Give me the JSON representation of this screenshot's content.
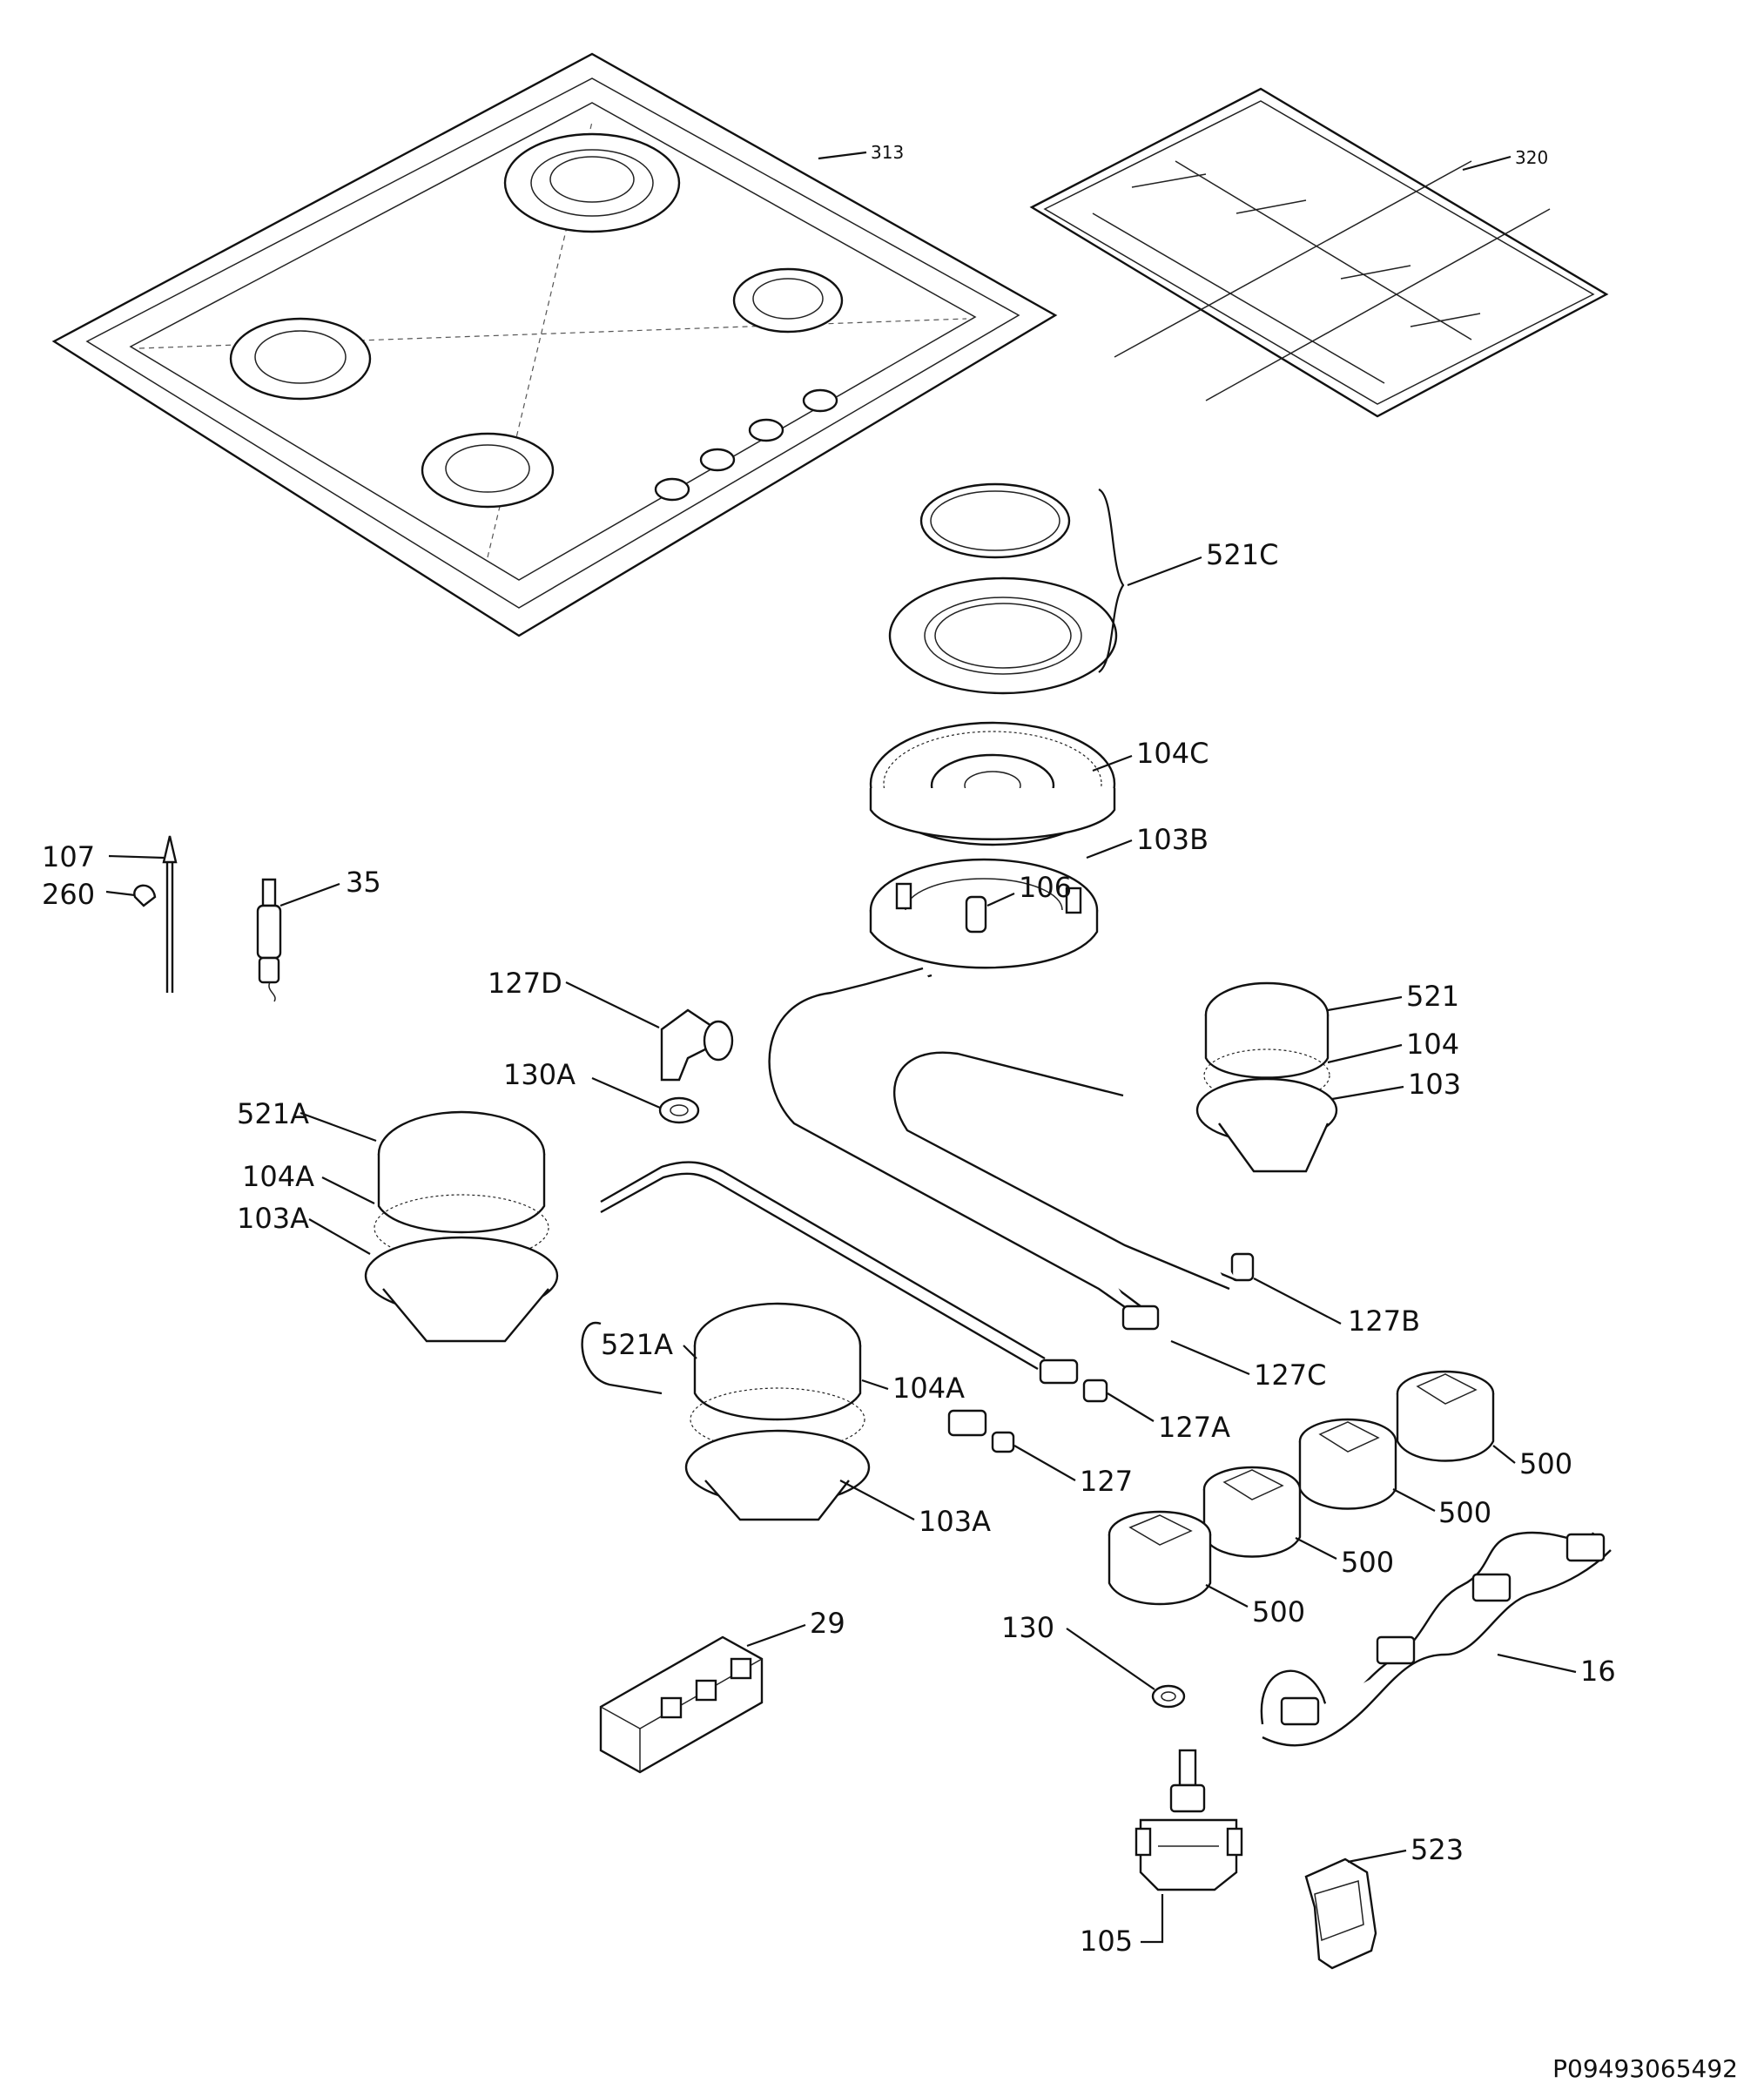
{
  "labels": {
    "p313": "313",
    "p320": "320",
    "p521c": "521C",
    "p104c": "104C",
    "p103b": "103B",
    "p106": "106",
    "p107": "107",
    "p260": "260",
    "p35": "35",
    "p127d": "127D",
    "p130a": "130A",
    "p521": "521",
    "p104": "104",
    "p103": "103",
    "p521a_left": "521A",
    "p104a_left": "104A",
    "p103a_left": "103A",
    "p521a_center": "521A",
    "p104a_center": "104A",
    "p103a_center": "103A",
    "p127b": "127B",
    "p127c": "127C",
    "p127a": "127A",
    "p127": "127",
    "p500_1": "500",
    "p500_2": "500",
    "p500_3": "500",
    "p500_4": "500",
    "p29": "29",
    "p130": "130",
    "p16": "16",
    "p523": "523",
    "p105": "105"
  },
  "footer_code": "P09493065492"
}
